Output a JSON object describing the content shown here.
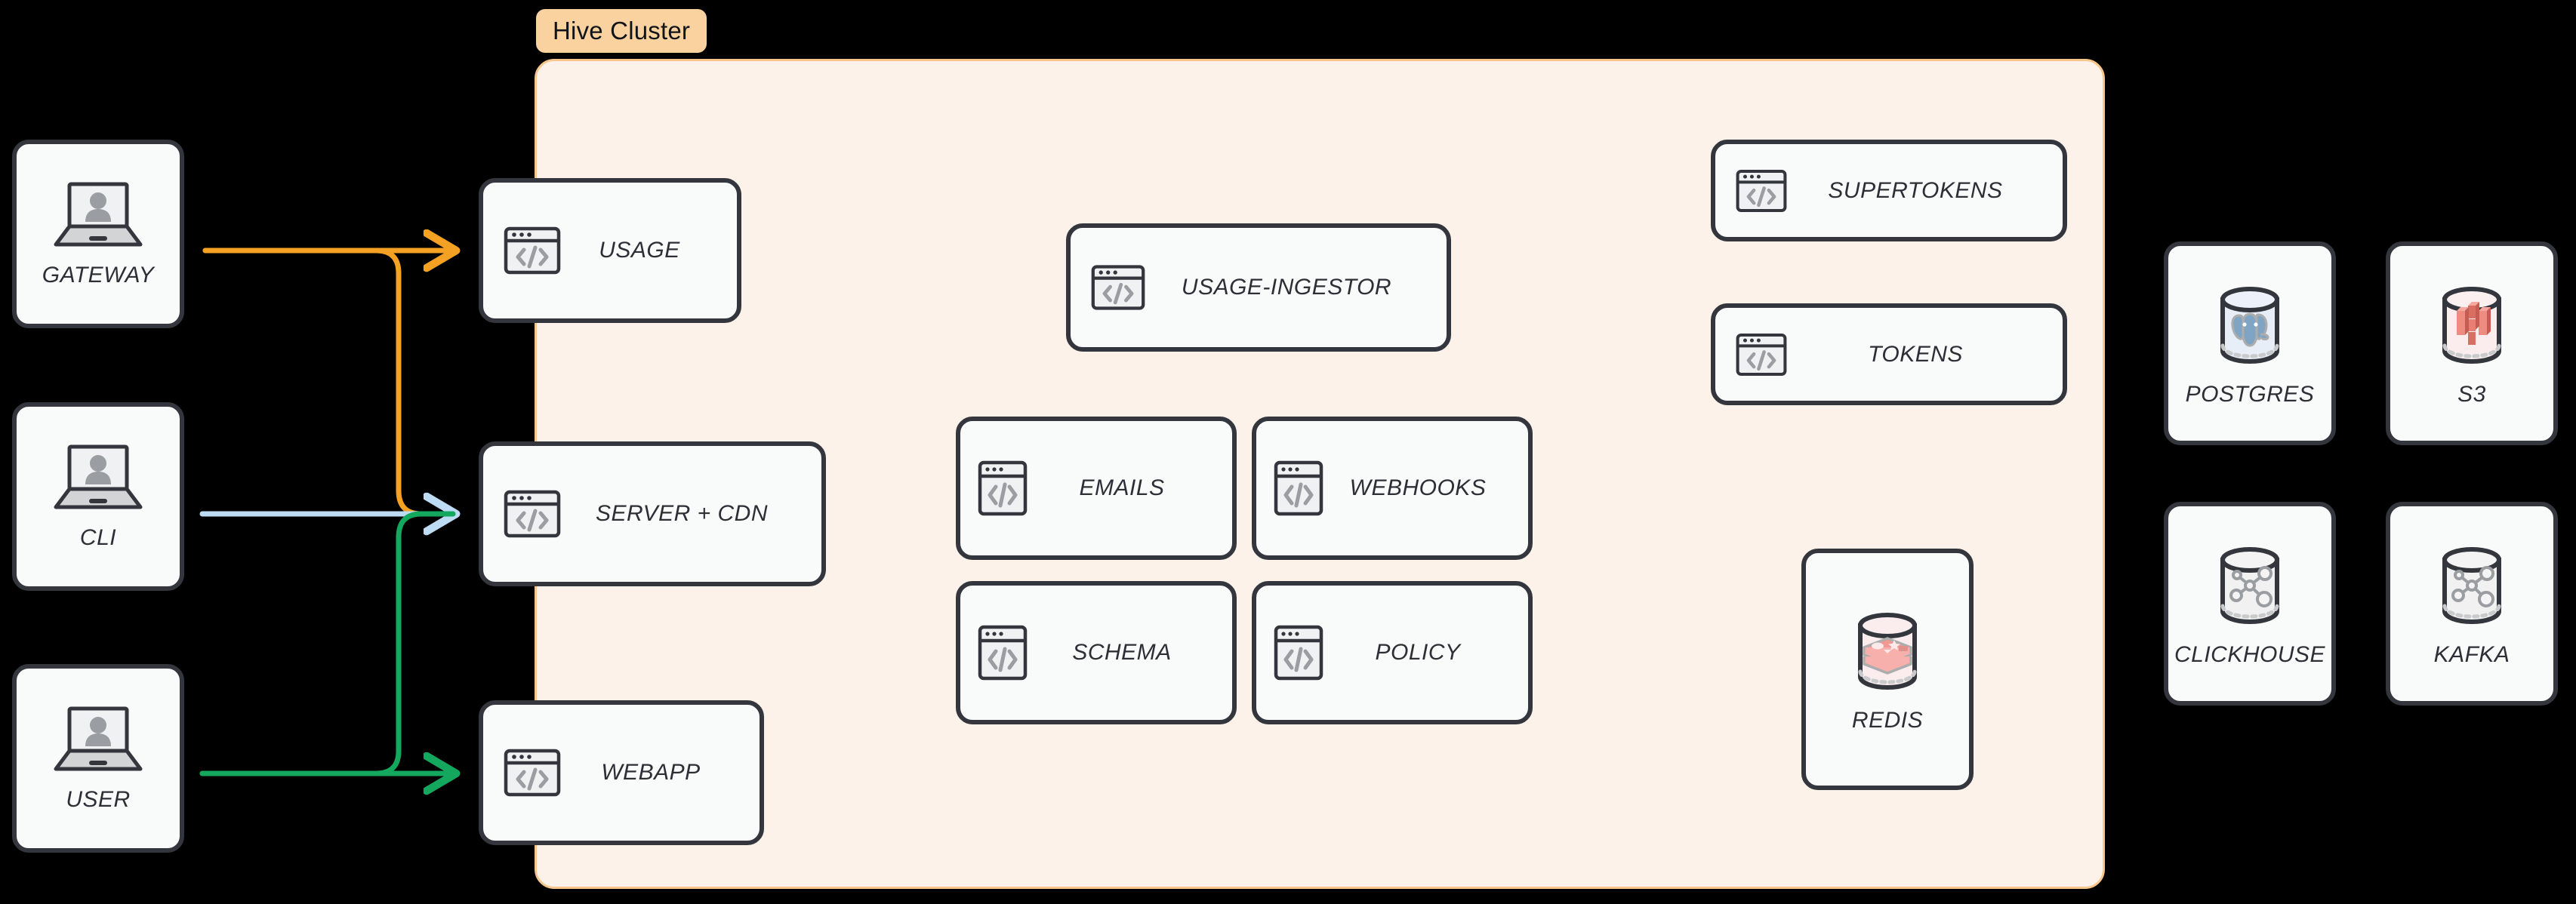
{
  "diagram": {
    "title": "Hive Cluster architecture",
    "background": "#000000"
  },
  "cluster": {
    "badge_label": "Hive Cluster",
    "badge_bg": "#FAD2A0",
    "panel_bg": "#FDF2EA",
    "panel_border": "#F6C68C"
  },
  "clients": [
    {
      "label": "GATEWAY",
      "icon": "laptop-user-icon"
    },
    {
      "label": "CLI",
      "icon": "laptop-user-icon"
    },
    {
      "label": "USER",
      "icon": "laptop-user-icon"
    }
  ],
  "edge_services": [
    {
      "label": "USAGE",
      "icon": "code-window-icon"
    },
    {
      "label": "SERVER + CDN",
      "icon": "code-window-icon"
    },
    {
      "label": "WEBAPP",
      "icon": "code-window-icon"
    }
  ],
  "internal_services": [
    {
      "label": "USAGE-INGESTOR",
      "icon": "code-window-icon"
    },
    {
      "label": "EMAILS",
      "icon": "code-window-icon"
    },
    {
      "label": "WEBHOOKS",
      "icon": "code-window-icon"
    },
    {
      "label": "SCHEMA",
      "icon": "code-window-icon"
    },
    {
      "label": "POLICY",
      "icon": "code-window-icon"
    },
    {
      "label": "SUPERTOKENS",
      "icon": "code-window-icon"
    },
    {
      "label": "TOKENS",
      "icon": "code-window-icon"
    }
  ],
  "internal_datastores": [
    {
      "label": "REDIS",
      "icon": "redis-cylinder-icon"
    }
  ],
  "external_datastores": [
    {
      "label": "POSTGRES",
      "icon": "postgres-cylinder-icon"
    },
    {
      "label": "S3",
      "icon": "s3-cylinder-icon"
    },
    {
      "label": "CLICKHOUSE",
      "icon": "clickhouse-cylinder-icon"
    },
    {
      "label": "KAFKA",
      "icon": "kafka-cylinder-icon"
    }
  ],
  "connections": [
    {
      "from": "GATEWAY",
      "to": "USAGE",
      "color": "#F5A123"
    },
    {
      "from": "GATEWAY",
      "to": "SERVER + CDN",
      "color": "#F5A123"
    },
    {
      "from": "CLI",
      "to": "SERVER + CDN",
      "color": "#BDDCF4"
    },
    {
      "from": "USER",
      "to": "SERVER + CDN",
      "color": "#14A85F"
    },
    {
      "from": "USER",
      "to": "WEBAPP",
      "color": "#14A85F"
    }
  ],
  "colors": {
    "orange": "#F5A123",
    "blue": "#BDDCF4",
    "green": "#14A85F",
    "card_border": "#33373D",
    "card_bg": "#F9FAFA",
    "label_text": "#2C3036"
  }
}
